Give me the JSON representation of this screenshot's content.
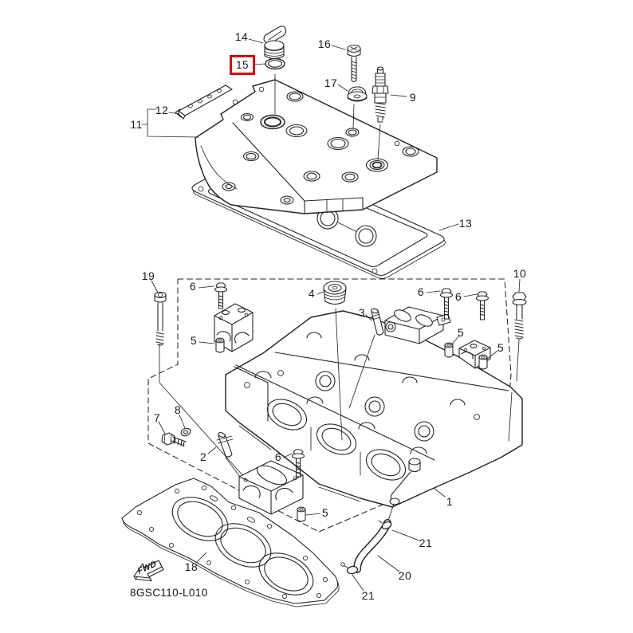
{
  "diagram": {
    "drawing_number": "8GSC110-L010",
    "direction_badge": "FWD",
    "highlighted_callout": "15",
    "highlight_color": "#dd0b0b",
    "line_color": "#262626",
    "background_color": "#ffffff",
    "callouts": [
      "14",
      "15",
      "16",
      "17",
      "9",
      "12",
      "11",
      "13",
      "19",
      "6",
      "5",
      "4",
      "3",
      "6",
      "6",
      "10",
      "5",
      "5",
      "2",
      "6",
      "5",
      "7",
      "8",
      "18",
      "1",
      "21",
      "20",
      "21"
    ]
  }
}
